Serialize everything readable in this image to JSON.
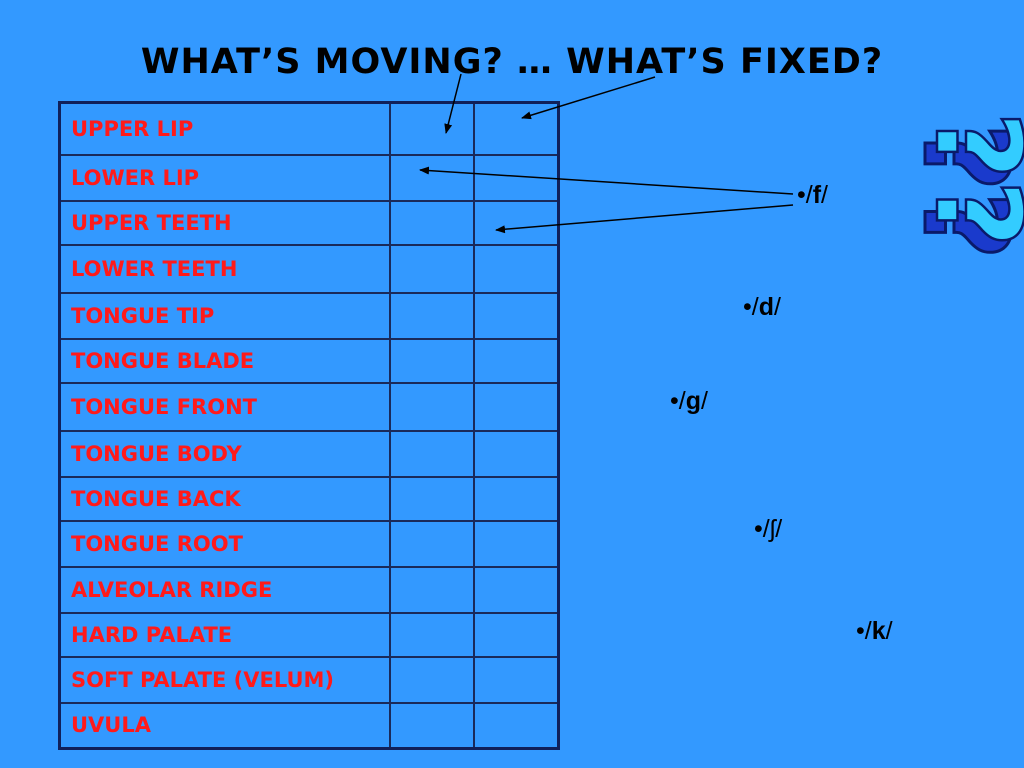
{
  "title": "WHAT’S MOVING? … WHAT’S FIXED?",
  "rows": [
    {
      "part": "UPPER LIP"
    },
    {
      "part": "LOWER LIP"
    },
    {
      "part": "UPPER TEETH"
    },
    {
      "part": "LOWER TEETH"
    },
    {
      "part": "TONGUE TIP"
    },
    {
      "part": "TONGUE BLADE"
    },
    {
      "part": "TONGUE FRONT"
    },
    {
      "part": "TONGUE BODY"
    },
    {
      "part": "TONGUE BACK"
    },
    {
      "part": "TONGUE ROOT"
    },
    {
      "part": "ALVEOLAR RIDGE"
    },
    {
      "part": "HARD PALATE"
    },
    {
      "part": "SOFT PALATE (VELUM)"
    },
    {
      "part": "UVULA"
    }
  ],
  "sounds": [
    {
      "bullet": "•",
      "open": "/",
      "symbol": "f",
      "close": "/"
    },
    {
      "bullet": "•",
      "open": "/",
      "symbol": "d",
      "close": "/"
    },
    {
      "bullet": "•",
      "open": "/",
      "symbol": "g",
      "close": "/"
    },
    {
      "bullet": "•",
      "open": "/",
      "symbol": "ʃ",
      "close": "/"
    },
    {
      "bullet": "•",
      "open": "/",
      "symbol": "k",
      "close": "/"
    }
  ],
  "decoration": {
    "glyph": "??",
    "colors": {
      "face": "#33ccff",
      "shadow": "#1a3acc",
      "outline": "#0a1a6a"
    }
  },
  "colors": {
    "background": "#3399ff",
    "label": "#ff1a1a",
    "grid_line": "#1a2a5a"
  }
}
